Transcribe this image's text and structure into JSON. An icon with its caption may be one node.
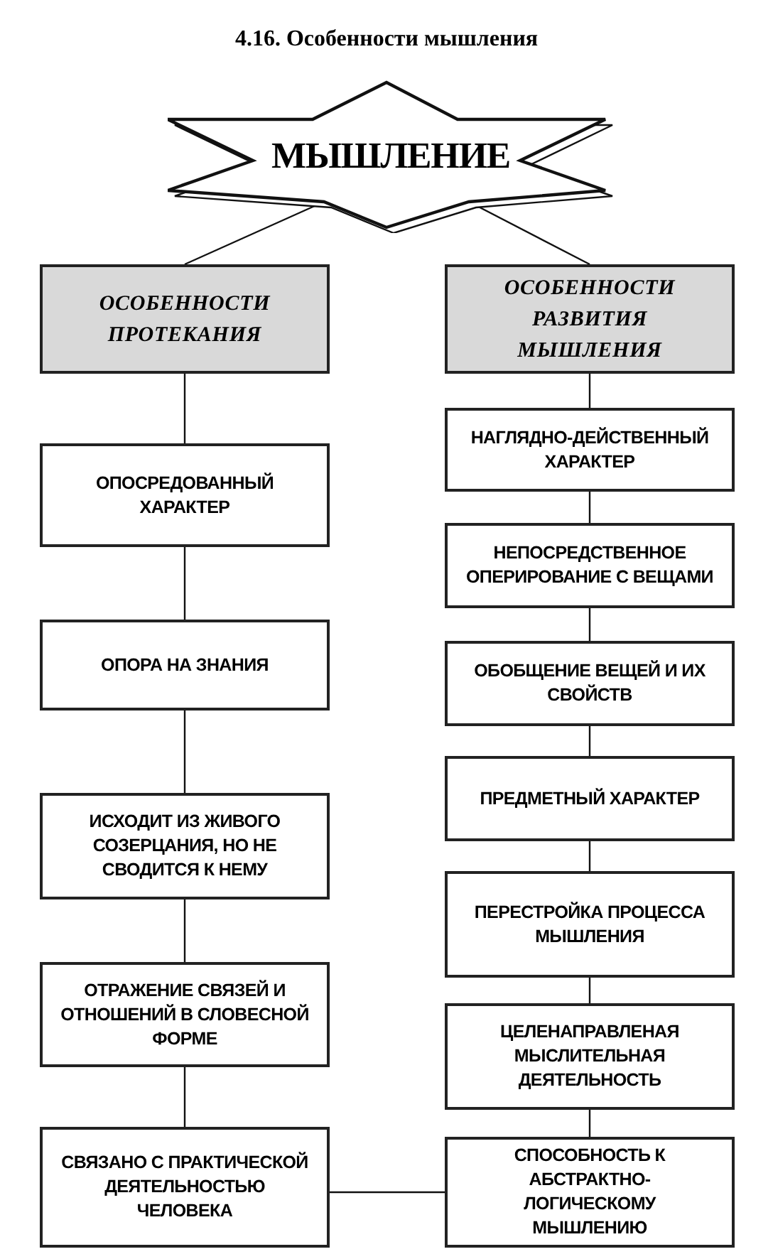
{
  "diagram": {
    "title": "4.16. Особенности мышления",
    "nodes": [
      {
        "text": [
          "МЫШЛЕНИЕ"
        ]
      },
      {
        "text": [
          "ОСОБЕННОСТИ ПРОТЕКАНИЯ"
        ]
      },
      {
        "text": [
          "ОСОБЕННОСТИ РАЗВИТИЯ МЫШЛЕНИЯ"
        ]
      },
      {
        "text": [
          "ОПОСРЕДОВАННЫЙ ХАРАКТЕР"
        ]
      },
      {
        "text": [
          "ОПОРА НА ЗНАНИЯ"
        ]
      },
      {
        "text": [
          "ИСХОДИТ ИЗ ЖИВОГО СОЗЕРЦАНИЯ, НО НЕ СВОДИТСЯ К НЕМУ"
        ]
      },
      {
        "text": [
          "ОТРАЖЕНИЕ СВЯЗЕЙ И ОТНОШЕНИЙ В СЛОВЕСНОЙ ФОРМЕ"
        ]
      },
      {
        "text": [
          "СВЯЗАНО С ПРАКТИЧЕСКОЙ ДЕЯТЕЛЬНОСТЬЮ ЧЕЛОВЕКА"
        ]
      },
      {
        "text": [
          "НАГЛЯДНО-ДЕЙСТВЕННЫЙ ХАРАКТЕР"
        ]
      },
      {
        "text": [
          "НЕПОСРЕДСТВЕННОЕ ОПЕРИРОВАНИЕ С ВЕЩАМИ"
        ]
      },
      {
        "text": [
          "ОБОБЩЕНИЕ ВЕЩЕЙ И ИХ СВОЙСТВ"
        ]
      },
      {
        "text": [
          "ПРЕДМЕТНЫЙ ХАРАКТЕР"
        ]
      },
      {
        "text": [
          "ПЕРЕСТРОЙКА ПРОЦЕССА МЫШЛЕНИЯ"
        ]
      },
      {
        "text": [
          "ЦЕЛЕНАПРАВЛЕНАЯ МЫСЛИТЕЛЬНАЯ ДЕЯТЕЛЬНОСТЬ"
        ]
      },
      {
        "text": [
          "СПОСОБНОСТЬ К АБСТРАКТНО-ЛОГИЧЕСКОМУ МЫШЛЕНИЮ"
        ]
      }
    ],
    "edges": [
      {
        "from": 0,
        "to": 1,
        "arrow": "none"
      },
      {
        "from": 0,
        "to": 2,
        "arrow": "none"
      },
      {
        "from": 1,
        "to": 3,
        "arrow": "none"
      },
      {
        "from": 3,
        "to": 4,
        "arrow": "none"
      },
      {
        "from": 4,
        "to": 5,
        "arrow": "none"
      },
      {
        "from": 5,
        "to": 6,
        "arrow": "none"
      },
      {
        "from": 6,
        "to": 7,
        "arrow": "none"
      },
      {
        "from": 2,
        "to": 8,
        "arrow": "none"
      },
      {
        "from": 8,
        "to": 9,
        "arrow": "none"
      },
      {
        "from": 9,
        "to": 10,
        "arrow": "none"
      },
      {
        "from": 10,
        "to": 11,
        "arrow": "none"
      },
      {
        "from": 11,
        "to": 12,
        "arrow": "none"
      },
      {
        "from": 12,
        "to": 13,
        "arrow": "none"
      },
      {
        "from": 13,
        "to": 14,
        "arrow": "none"
      },
      {
        "from": 7,
        "to": 14,
        "arrow": "none"
      }
    ]
  }
}
